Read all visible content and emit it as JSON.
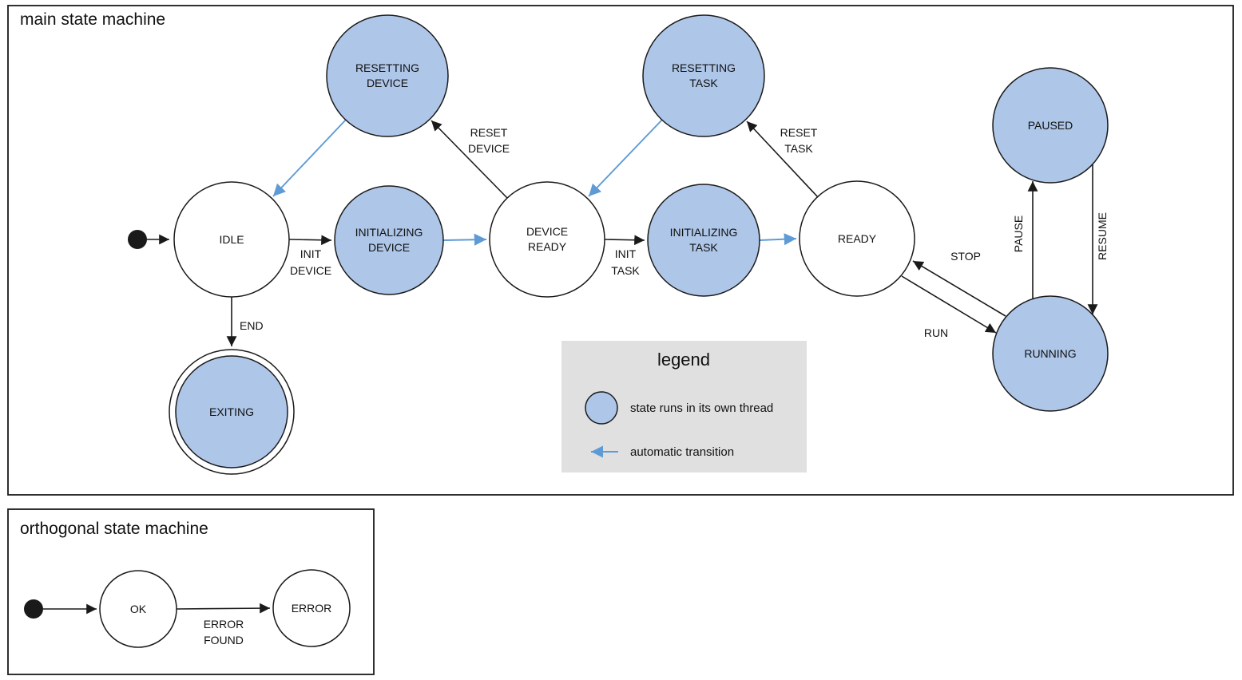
{
  "colors": {
    "threaded_state_fill": "#aec6e8",
    "auto_transition_blue": "#5e9bd6",
    "legend_bg": "#e0e0e0",
    "outline": "#1a1a1a"
  },
  "main_panel": {
    "title": "main state machine",
    "states": {
      "idle": {
        "label": "IDLE"
      },
      "resetting_device": {
        "line1": "RESETTING",
        "line2": "DEVICE"
      },
      "initializing_device": {
        "line1": "INITIALIZING",
        "line2": "DEVICE"
      },
      "device_ready": {
        "line1": "DEVICE",
        "line2": "READY"
      },
      "resetting_task": {
        "line1": "RESETTING",
        "line2": "TASK"
      },
      "initializing_task": {
        "line1": "INITIALIZING",
        "line2": "TASK"
      },
      "ready": {
        "label": "READY"
      },
      "paused": {
        "label": "PAUSED"
      },
      "running": {
        "label": "RUNNING"
      },
      "exiting": {
        "label": "EXITING"
      }
    },
    "transitions": {
      "init_device": {
        "line1": "INIT",
        "line2": "DEVICE"
      },
      "reset_device": {
        "line1": "RESET",
        "line2": "DEVICE"
      },
      "init_task": {
        "line1": "INIT",
        "line2": "TASK"
      },
      "reset_task": {
        "line1": "RESET",
        "line2": "TASK"
      },
      "stop": {
        "label": "STOP"
      },
      "run": {
        "label": "RUN"
      },
      "pause": {
        "label": "PAUSE"
      },
      "resume": {
        "label": "RESUME"
      },
      "end": {
        "label": "END"
      }
    }
  },
  "legend": {
    "title": "legend",
    "items": {
      "threaded_state": "state runs in its own thread",
      "automatic_transition": "automatic transition"
    }
  },
  "orthogonal_panel": {
    "title": "orthogonal state machine",
    "states": {
      "ok": {
        "label": "OK"
      },
      "error": {
        "label": "ERROR"
      }
    },
    "transitions": {
      "error_found": {
        "line1": "ERROR",
        "line2": "FOUND"
      }
    }
  }
}
